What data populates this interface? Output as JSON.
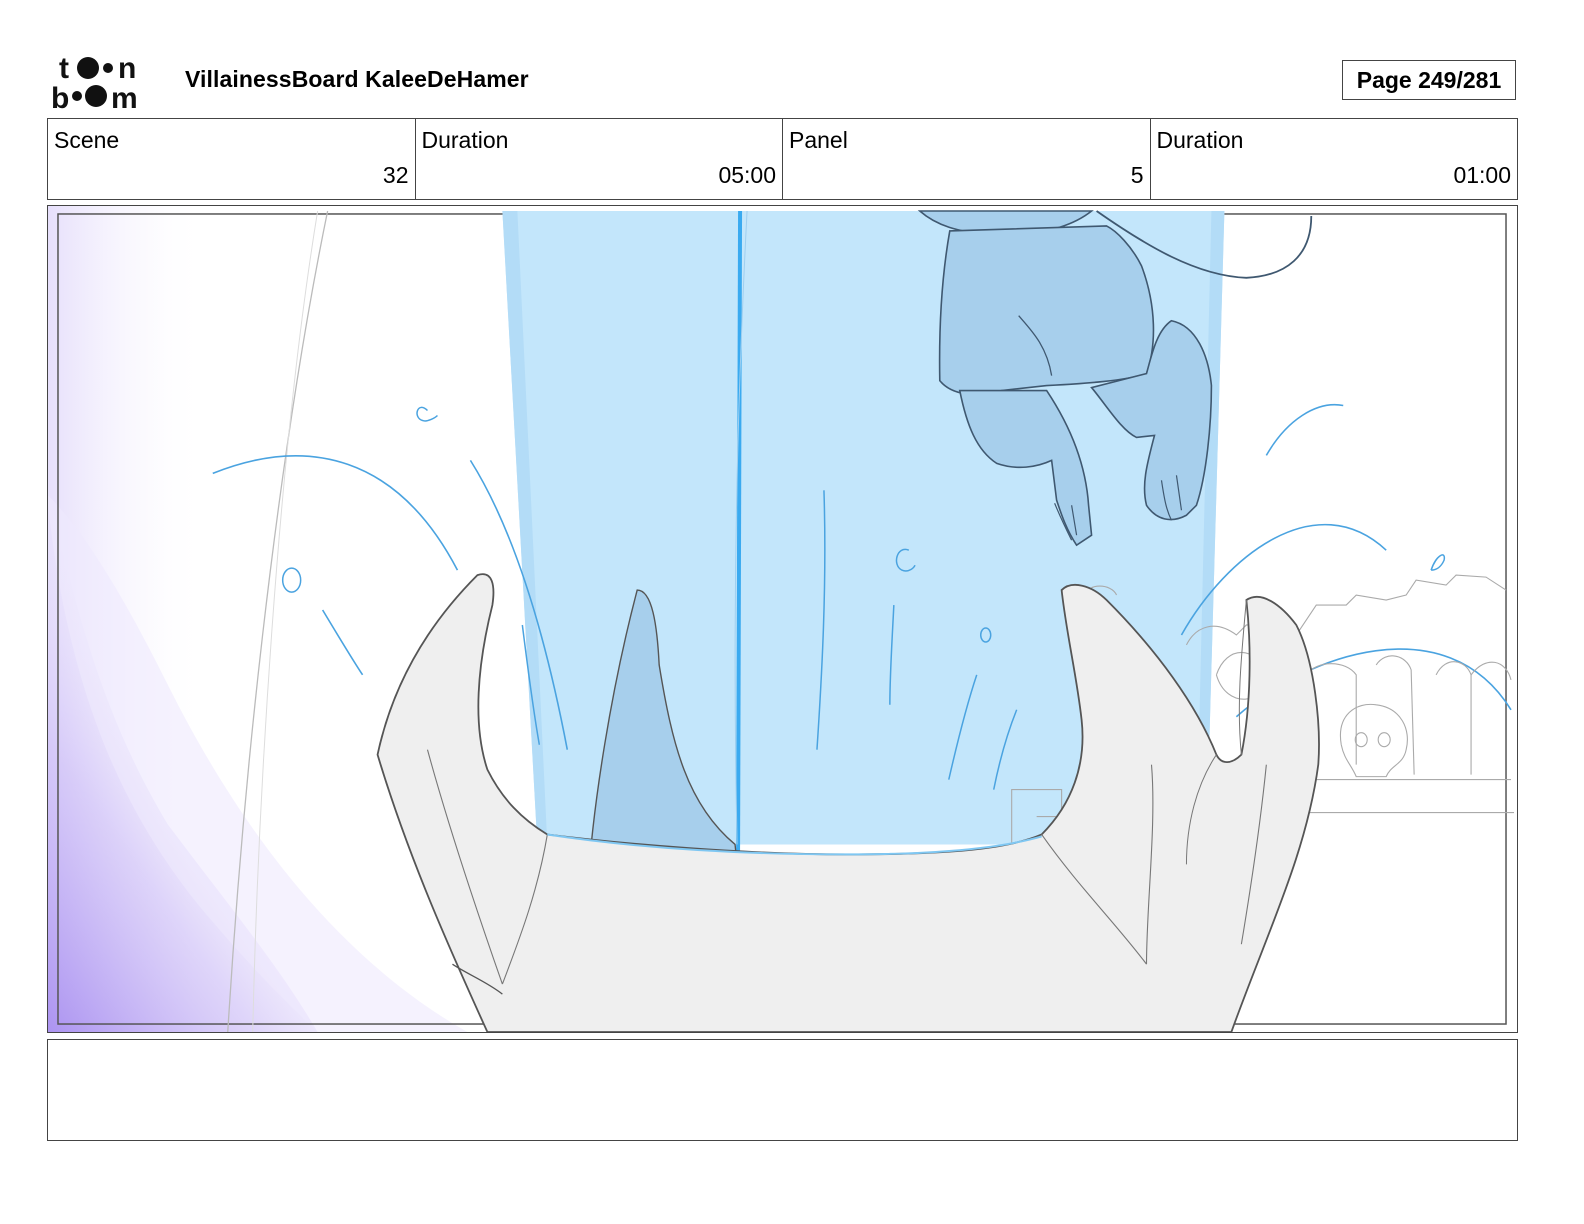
{
  "header": {
    "logo": "toon boom",
    "project_title": "VillainessBoard KaleeDeHamer",
    "page_label": "Page 249/281"
  },
  "info": [
    {
      "label": "Scene",
      "value": "32"
    },
    {
      "label": "Duration",
      "value": "05:00"
    },
    {
      "label": "Panel",
      "value": "5"
    },
    {
      "label": "Duration",
      "value": "01:00"
    }
  ],
  "notes": {
    "text": ""
  },
  "colors": {
    "beam": "#c3e6fb",
    "beam_line": "#3aaaf0",
    "splash": "#4aa3e0",
    "character_fill": "#a7cfec",
    "tooth_fill": "#efefef",
    "vignette": "#a990f0"
  }
}
